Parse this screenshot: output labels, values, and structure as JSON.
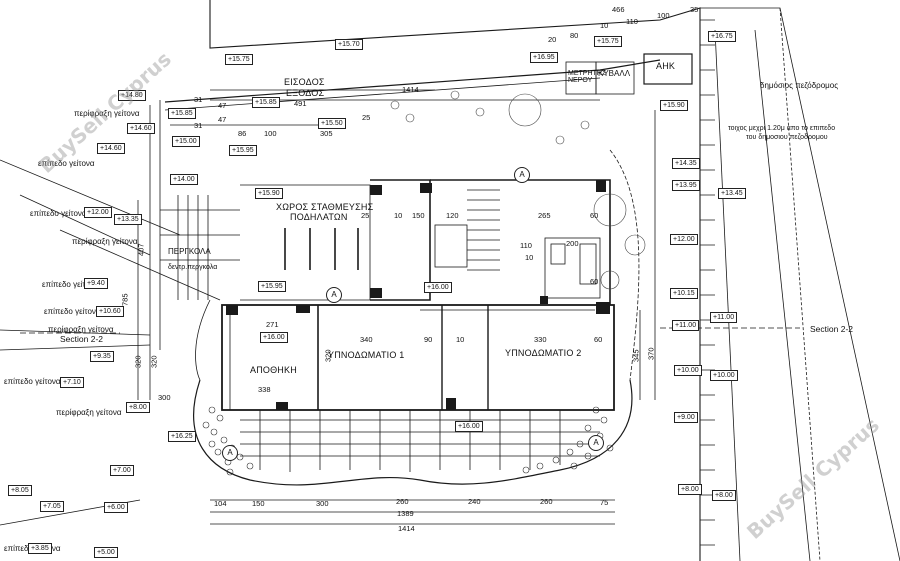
{
  "rooms": {
    "entrance": "ΕΙΣΟΔΟΣ",
    "exit": "ΕΞΟΔΟΣ",
    "parking_line1": "ΧΩΡΟΣ ΣΤΑΘΜΕΥΣΗΣ",
    "parking_line2": "ΠΟΔΗΛΑΤΩΝ",
    "storage": "ΑΠΟΘΗΚΗ",
    "bedroom1": "ΥΠΝΟΔΩΜΑΤΙΟ 1",
    "bedroom2": "ΥΠΝΟΔΩΜΑΤΙΟ 2",
    "pergola": "ΠΕΡΓΚΟΛΑ",
    "meter": "ΜΕΤΡΗΤΗΣ ΝΕΡΟΥ",
    "bins": "ΚΥΒΑΛΛ",
    "ahk": "ΑΗΚ"
  },
  "annotations": {
    "public_sidewalk": "δημόσιος πεζόδρομος",
    "wall_note_1": "τοιχος μεχρι 1.20μ απο το επιπεδο",
    "wall_note_2": "του δημοσιου πεζοδρομου",
    "neighbor_fence": "περίφραξη γείτονα",
    "neighbor_level": "επίπεδο γείτονα",
    "section_left": "Section 2-2",
    "section_right": "Section 2-2",
    "tree_note": "δεντρ.περγκολα"
  },
  "levels": [
    "+15.70",
    "+15.75",
    "+16.95",
    "+15.75",
    "+16.75",
    "+14.80",
    "+15.85",
    "+15.85",
    "+15.00",
    "+14.60",
    "+14.60",
    "+15.95",
    "+15.90",
    "+14.35",
    "+13.95",
    "+13.45",
    "+14.00",
    "+15.90",
    "+12.00",
    "+13.35",
    "+15.50",
    "+15.95",
    "+16.00",
    "+12.00",
    "+9.40",
    "+10.15",
    "+10.60",
    "+11.00",
    "+11.00",
    "+9.35",
    "+10.00",
    "+10.00",
    "+7.10",
    "+8.00",
    "+9.00",
    "+16.25",
    "+16.00",
    "+7.00",
    "+8.05",
    "+7.05",
    "+6.00",
    "+3.85",
    "+5.00",
    "+8.00",
    "+8.00",
    "+16.00"
  ],
  "dimensions": {
    "top_row": [
      "466",
      "20",
      "80",
      "10",
      "110",
      "100",
      "35"
    ],
    "top_main": "1414",
    "entry_widths": [
      "491",
      "47",
      "47",
      "86",
      "100",
      "305",
      "25"
    ],
    "inner": [
      "25",
      "10",
      "150",
      "120",
      "265",
      "60",
      "110",
      "10",
      "200",
      "60"
    ],
    "rooms": [
      "271",
      "340",
      "90",
      "10",
      "330",
      "60",
      "320",
      "345",
      "370",
      "338"
    ],
    "left_stack": [
      "31",
      "31",
      "407",
      "785",
      "320",
      "320",
      "300"
    ],
    "bottom_row": [
      "104",
      "150",
      "300",
      "260",
      "240",
      "260",
      "75"
    ],
    "bottom_total_1": "1389",
    "bottom_total_2": "1414"
  },
  "watermark": "BuySell Cyprus"
}
